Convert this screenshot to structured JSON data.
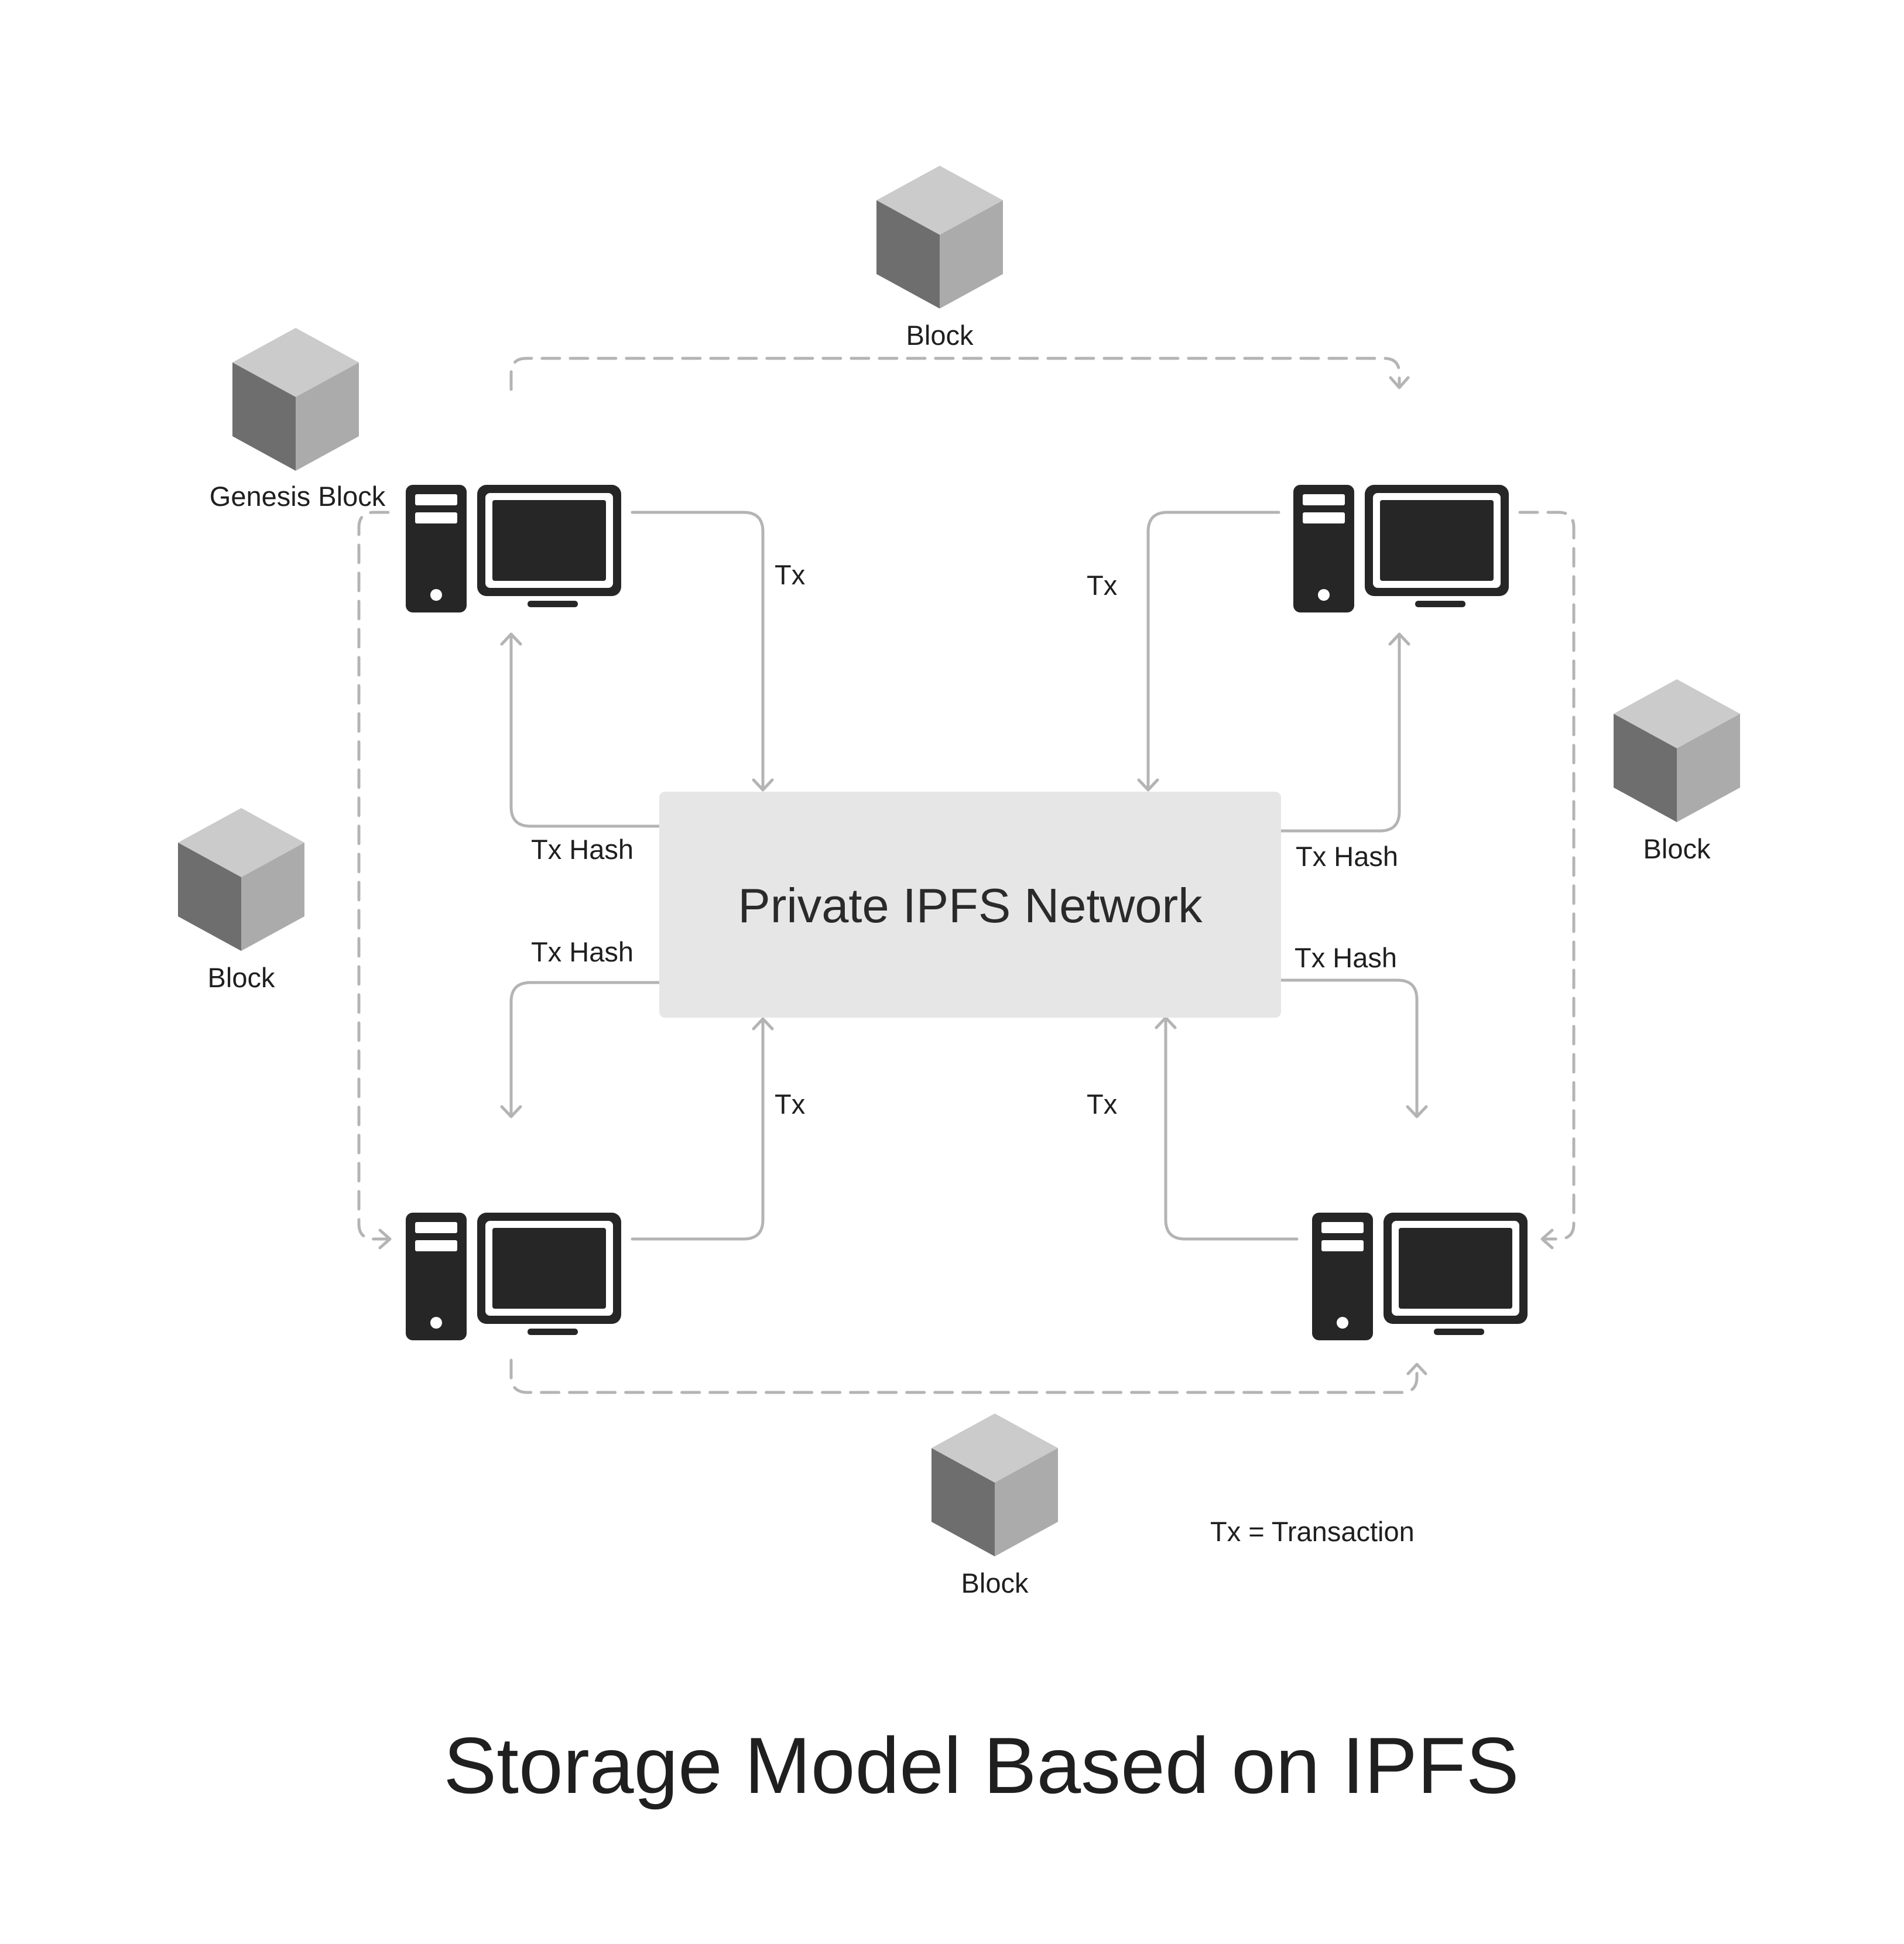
{
  "title": "Storage Model Based on IPFS",
  "network": {
    "label": "Private IPFS Network"
  },
  "blocks": {
    "genesis": "Genesis Block",
    "top": "Block",
    "right": "Block",
    "left": "Block",
    "bottom": "Block"
  },
  "edges": {
    "tx": "Tx",
    "tx_hash": "Tx Hash"
  },
  "legend": "Tx = Transaction",
  "colors": {
    "computer": "#262626",
    "network_box": "#e6e6e6",
    "connector": "#b4b4b4",
    "cube_top": "#cbcbcb",
    "cube_left": "#6e6e6e",
    "cube_right": "#ababab"
  },
  "icons": {
    "node": "desktop-computer-icon",
    "block": "cube-icon"
  }
}
